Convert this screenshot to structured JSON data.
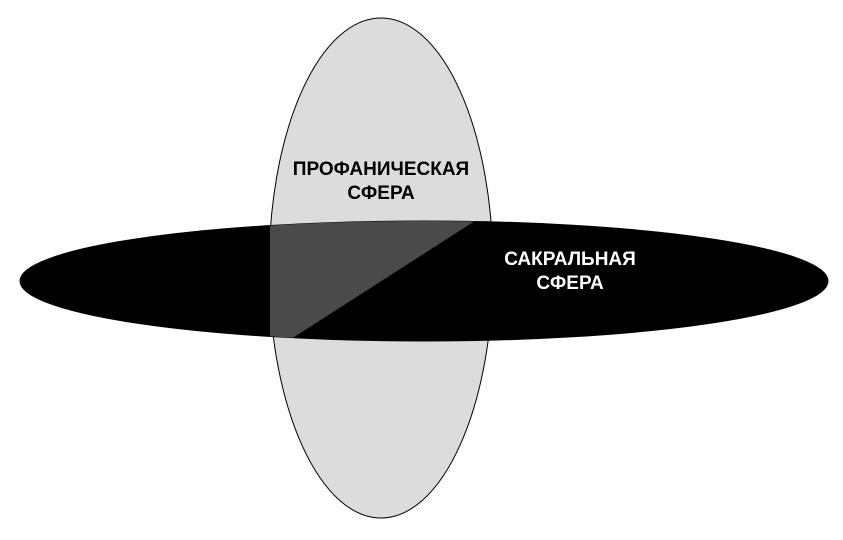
{
  "diagram": {
    "profane_sphere": {
      "label_line1": "ПРОФАНИЧЕСКАЯ",
      "label_line2": "СФЕРА",
      "fill_color": "#dcdcdc",
      "text_color": "#000000"
    },
    "sacred_sphere": {
      "label_line1": "САКРАЛЬНАЯ",
      "label_line2": "СФЕРА",
      "fill_color": "#000000",
      "text_color": "#ffffff"
    },
    "overlap_color": "#4a4a4a"
  }
}
